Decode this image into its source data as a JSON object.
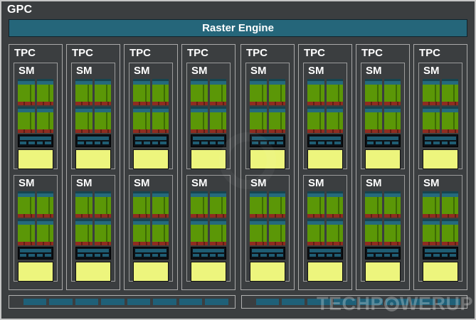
{
  "gpc": {
    "label": "GPC",
    "raster_engine_label": "Raster Engine"
  },
  "tpc": {
    "label": "TPC",
    "count": 8,
    "groups": 2,
    "per_group": 4
  },
  "sm": {
    "label": "SM",
    "per_tpc": 2,
    "core_rows": 2,
    "core_columns": 2,
    "tex_dashes": 4
  },
  "bottom_bars": {
    "count": 2,
    "segments_per_bar": 8
  },
  "watermark": {
    "brand_left": "TECHP",
    "brand_right": "WERUP"
  },
  "colors": {
    "background": "#3b3e40",
    "outer_border": "#c6c6c6",
    "raster_teal": "#25667a",
    "scheduler_teal": "#256a7c",
    "scheduler_teal_dark": "#17454f",
    "core_green": "#5b9707",
    "core_green_divider": "#3c6a05",
    "load_store_red": "#8f2d20",
    "tex_teal": "#1f5d73",
    "tex_box_dark": "#0c1116",
    "l1_yellow": "#edf57d",
    "bottom_segment_teal": "#1f6078",
    "label_text": "#ffffff"
  }
}
